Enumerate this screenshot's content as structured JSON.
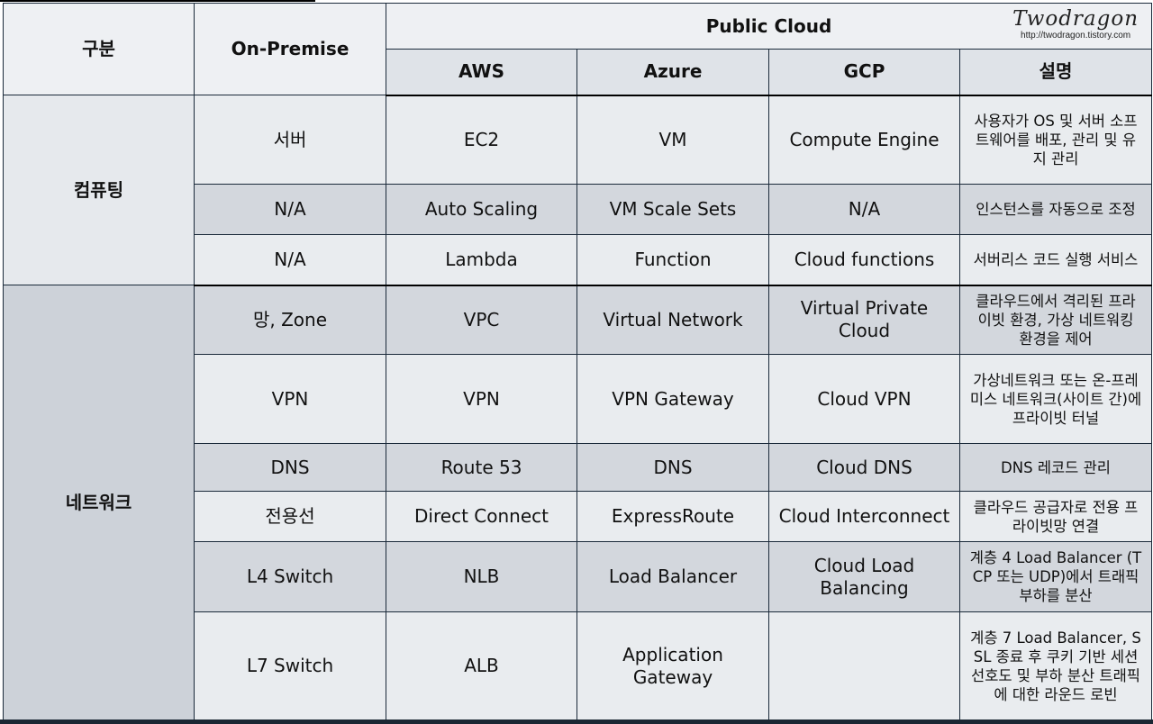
{
  "header": {
    "category": "구분",
    "on_premise": "On-Premise",
    "public_cloud": "Public Cloud",
    "aws": "AWS",
    "azure": "Azure",
    "gcp": "GCP",
    "description": "설명"
  },
  "brand": {
    "name": "Twodragon",
    "url": "http://twodragon.tistory.com"
  },
  "categories": {
    "computing": "컴퓨팅",
    "network": "네트워크"
  },
  "rows": [
    {
      "onprem": "서버",
      "aws": "EC2",
      "azure": "VM",
      "gcp": "Compute Engine",
      "desc": "사용자가 OS 및 서버 소프트웨어를 배포, 관리 및 유지 관리"
    },
    {
      "onprem": "N/A",
      "aws": "Auto Scaling",
      "azure": "VM Scale Sets",
      "gcp": "N/A",
      "desc": "인스턴스를 자동으로 조정"
    },
    {
      "onprem": "N/A",
      "aws": "Lambda",
      "azure": "Function",
      "gcp": "Cloud functions",
      "desc": "서버리스 코드 실행 서비스"
    },
    {
      "onprem": "망, Zone",
      "aws": "VPC",
      "azure": "Virtual Network",
      "gcp": "Virtual Private Cloud",
      "desc": "클라우드에서 격리된 프라이빗 환경, 가상 네트워킹 환경을 제어"
    },
    {
      "onprem": "VPN",
      "aws": "VPN",
      "azure": "VPN Gateway",
      "gcp": "Cloud VPN",
      "desc": "가상네트워크 또는 온-프레미스 네트워크(사이트 간)에 프라이빗 터널"
    },
    {
      "onprem": "DNS",
      "aws": "Route 53",
      "azure": "DNS",
      "gcp": "Cloud DNS",
      "desc": "DNS 레코드 관리"
    },
    {
      "onprem": "전용선",
      "aws": "Direct Connect",
      "azure": "ExpressRoute",
      "gcp": "Cloud Interconnect",
      "desc": "클라우드 공급자로 전용 프라이빗망 연결"
    },
    {
      "onprem": "L4 Switch",
      "aws": "NLB",
      "azure": "Load Balancer",
      "gcp": "Cloud Load Balancing",
      "desc": "계층 4 Load Balancer (TCP 또는 UDP)에서 트래픽 부하를 분산"
    },
    {
      "onprem": "L7 Switch",
      "aws": "ALB",
      "azure": "Application Gateway",
      "gcp": "",
      "desc": "계층 7 Load Balancer, SSL 종료 후 쿠키 기반 세션 선호도 및 부하 분산 트래픽에 대한 라운드 로빈"
    }
  ]
}
